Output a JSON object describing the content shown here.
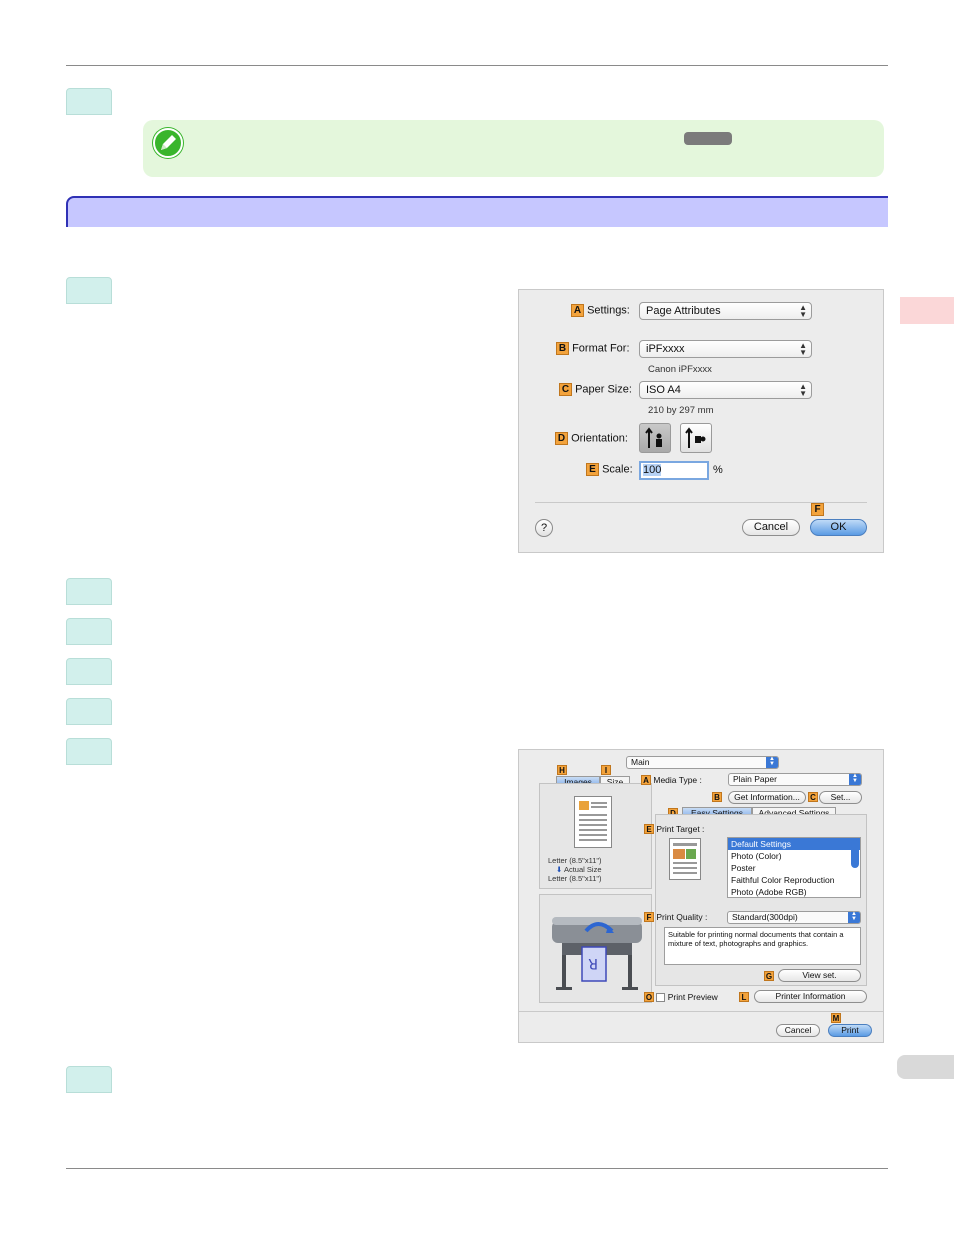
{
  "dialog1": {
    "settings": {
      "badge": "A",
      "label": "Settings:",
      "value": "Page Attributes"
    },
    "format_for": {
      "badge": "B",
      "label": "Format For:",
      "value": "iPFxxxx",
      "sub": "Canon iPFxxxx"
    },
    "paper_size": {
      "badge": "C",
      "label": "Paper Size:",
      "value": "ISO A4",
      "sub": "210 by 297 mm"
    },
    "orientation": {
      "badge": "D",
      "label": "Orientation:"
    },
    "scale": {
      "badge": "E",
      "label": "Scale:",
      "value": "100",
      "unit": "%"
    },
    "help": "?",
    "cancel": "Cancel",
    "ok_badge": "F",
    "ok": "OK"
  },
  "dialog2": {
    "main_popup": "Main",
    "tab_images_badge": "H",
    "tab_images": "Images",
    "tab_size_badge": "I",
    "tab_size": "Size",
    "media_type": {
      "badge": "A",
      "label": "Media Type :",
      "value": "Plain Paper"
    },
    "get_info": {
      "badge": "B",
      "label": "Get Information..."
    },
    "set": {
      "badge": "C",
      "label": "Set..."
    },
    "easy_badge": "D",
    "easy_settings": "Easy Settings",
    "advanced_settings": "Advanced Settings",
    "print_target": {
      "badge": "E",
      "label": "Print Target :"
    },
    "targets": [
      "Default Settings",
      "Photo (Color)",
      "Poster",
      "Faithful Color Reproduction",
      "Photo (Adobe RGB)"
    ],
    "print_quality": {
      "badge": "F",
      "label": "Print Quality :",
      "value": "Standard(300dpi)"
    },
    "description": "Suitable for printing normal documents that contain a mixture of text, photographs and graphics.",
    "view_set": {
      "badge": "G",
      "label": "View set."
    },
    "print_preview": {
      "badge": "O",
      "label": "Print Preview"
    },
    "printer_info": {
      "badge": "L",
      "label": "Printer Information"
    },
    "cancel": "Cancel",
    "print_badge": "M",
    "print": "Print",
    "size_from": "Letter (8.5\"x11\")",
    "actual_size": "Actual Size",
    "size_to": "Letter (8.5\"x11\")"
  },
  "colors": {
    "step_box": "#d2f0ec",
    "note_bg": "#e4f7dc",
    "section_bar": "#c6c7ff",
    "section_border": "#2f31b5",
    "side_tab": "#fbd7d8",
    "badge": "#f3a33c"
  },
  "icons": [
    "pencil-note-icon",
    "portrait-orientation-icon",
    "landscape-orientation-icon",
    "printer-illustration-icon"
  ]
}
